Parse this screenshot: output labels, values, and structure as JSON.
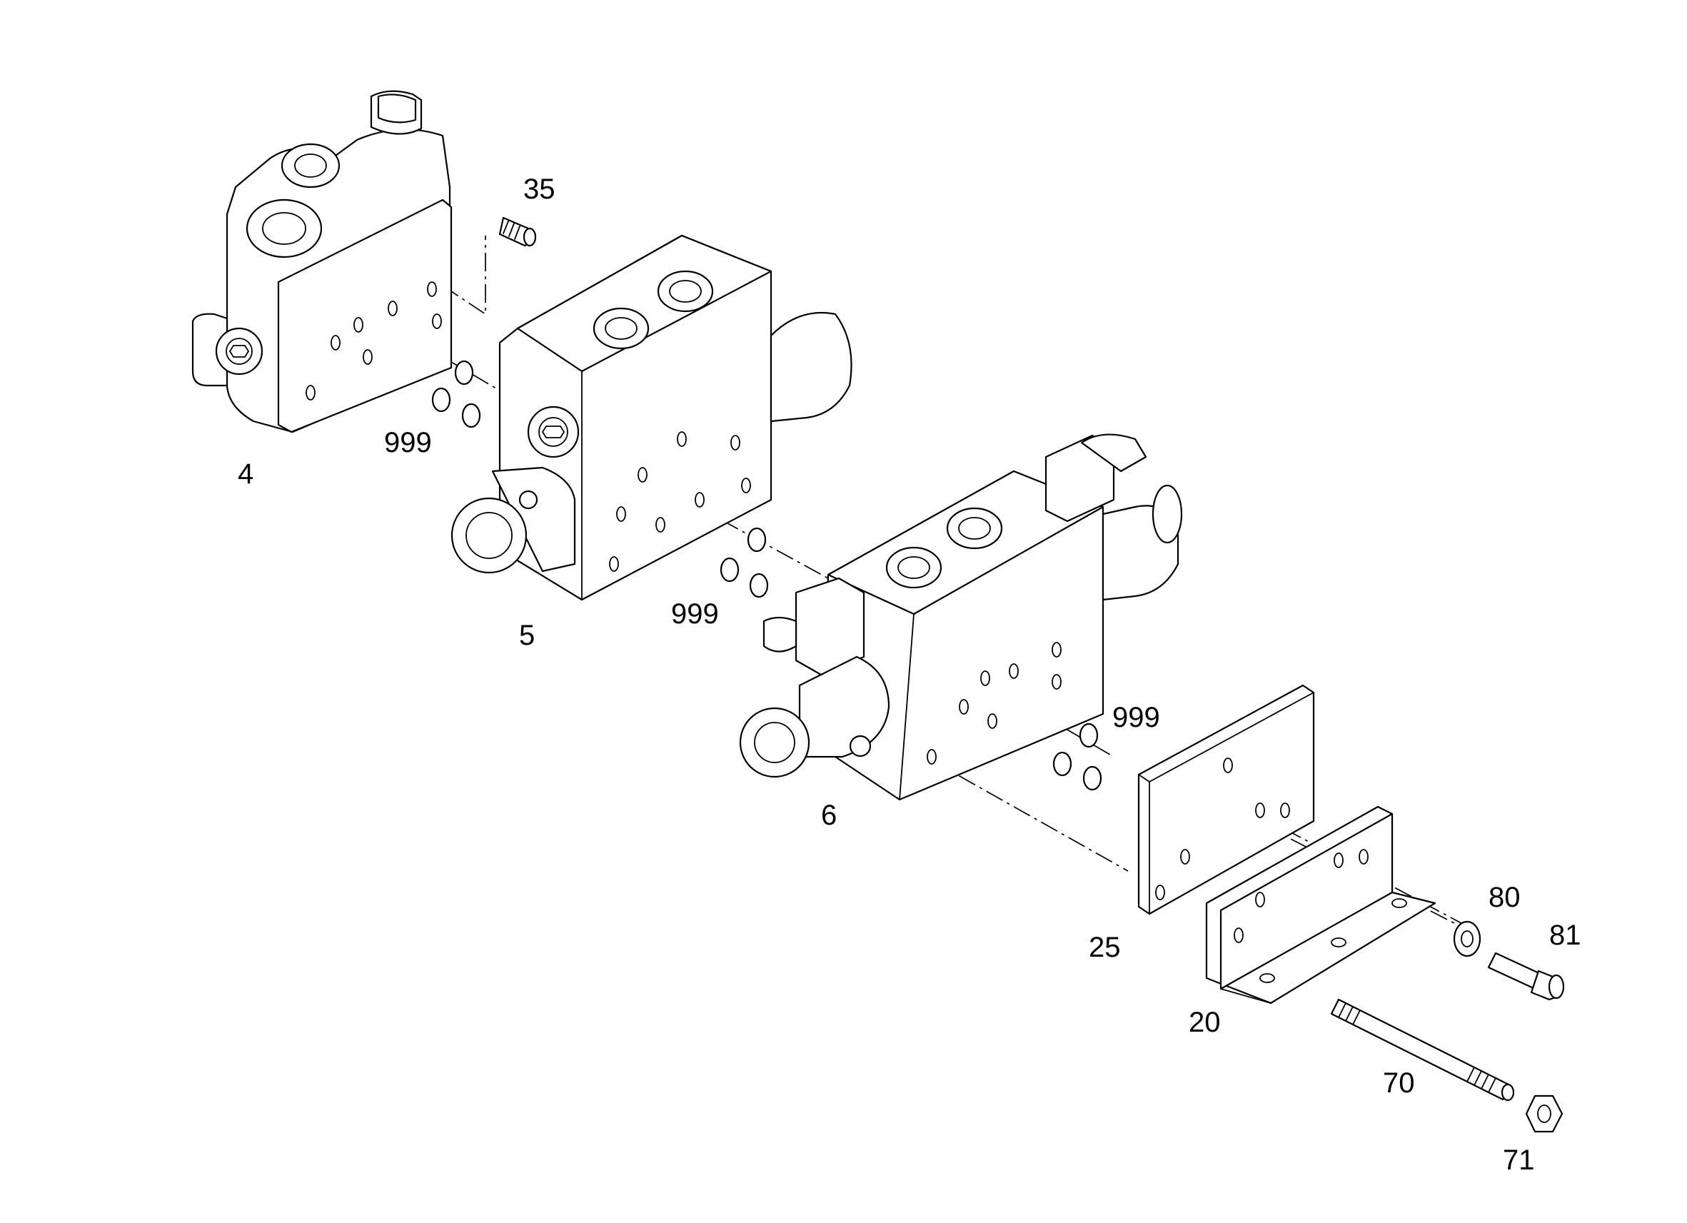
{
  "callouts": {
    "c4": "4",
    "c5": "5",
    "c6": "6",
    "c20": "20",
    "c25": "25",
    "c35": "35",
    "c70": "70",
    "c71": "71",
    "c80": "80",
    "c81": "81",
    "c999a": "999",
    "c999b": "999",
    "c999c": "999"
  }
}
